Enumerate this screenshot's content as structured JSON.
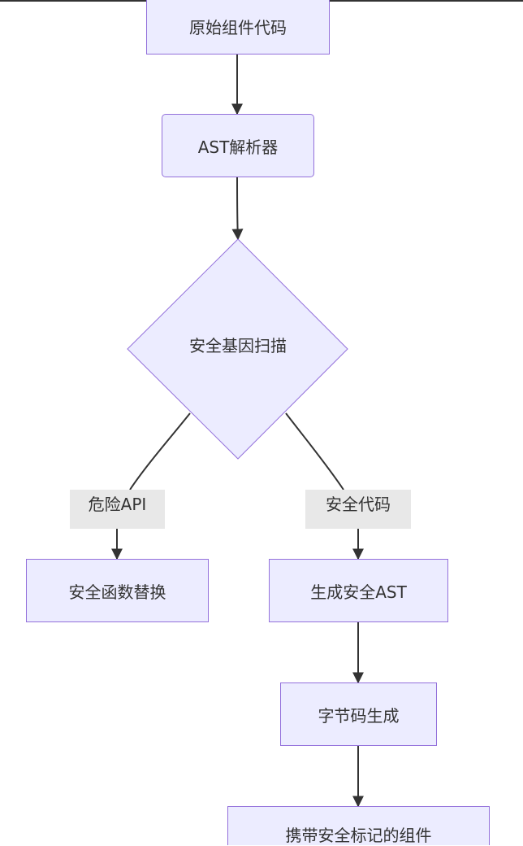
{
  "diagram": {
    "type": "flowchart",
    "colors": {
      "node_fill": "#ECECFF",
      "node_border": "#9370DB",
      "edge": "#333333",
      "edge_label_bg": "#E8E8E8",
      "text": "#333333"
    },
    "nodes": {
      "source": "原始组件代码",
      "parser": "AST解析器",
      "scan": "安全基因扫描",
      "replace": "安全函数替换",
      "gen_ast": "生成安全AST",
      "bytecode": "字节码生成",
      "output": "携带安全标记的组件"
    },
    "edge_labels": {
      "danger": "危险API",
      "safe": "安全代码"
    }
  }
}
